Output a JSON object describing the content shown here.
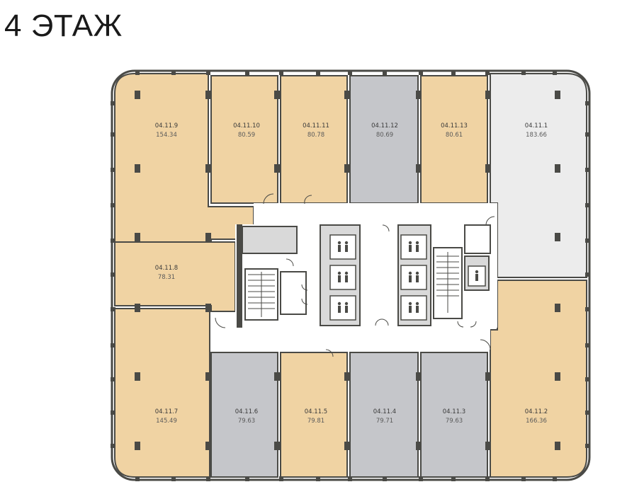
{
  "title": "4 ЭТАЖ",
  "colors": {
    "available": "#f0d3a3",
    "sold": "#c5c6ca",
    "reserved": "#ececec",
    "wall": "#4a4a46",
    "core_fill": "#ffffff",
    "stair_fill": "#ffffff",
    "block_fill": "#d9d9d9"
  },
  "units": [
    {
      "id": "u9",
      "code": "04.11.9",
      "area": "154.34",
      "status": "available"
    },
    {
      "id": "u10",
      "code": "04.11.10",
      "area": "80.59",
      "status": "available"
    },
    {
      "id": "u11",
      "code": "04.11.11",
      "area": "80.78",
      "status": "available"
    },
    {
      "id": "u12",
      "code": "04.11.12",
      "area": "80.69",
      "status": "sold"
    },
    {
      "id": "u13",
      "code": "04.11.13",
      "area": "80.61",
      "status": "available"
    },
    {
      "id": "u1",
      "code": "04.11.1",
      "area": "183.66",
      "status": "reserved"
    },
    {
      "id": "u8",
      "code": "04.11.8",
      "area": "78.31",
      "status": "available"
    },
    {
      "id": "u7",
      "code": "04.11.7",
      "area": "145.49",
      "status": "available"
    },
    {
      "id": "u6",
      "code": "04.11.6",
      "area": "79.63",
      "status": "sold"
    },
    {
      "id": "u5",
      "code": "04.11.5",
      "area": "79.81",
      "status": "available"
    },
    {
      "id": "u4",
      "code": "04.11.4",
      "area": "79.71",
      "status": "sold"
    },
    {
      "id": "u3",
      "code": "04.11.3",
      "area": "79.63",
      "status": "sold"
    },
    {
      "id": "u2",
      "code": "04.11.2",
      "area": "166.36",
      "status": "available"
    }
  ]
}
